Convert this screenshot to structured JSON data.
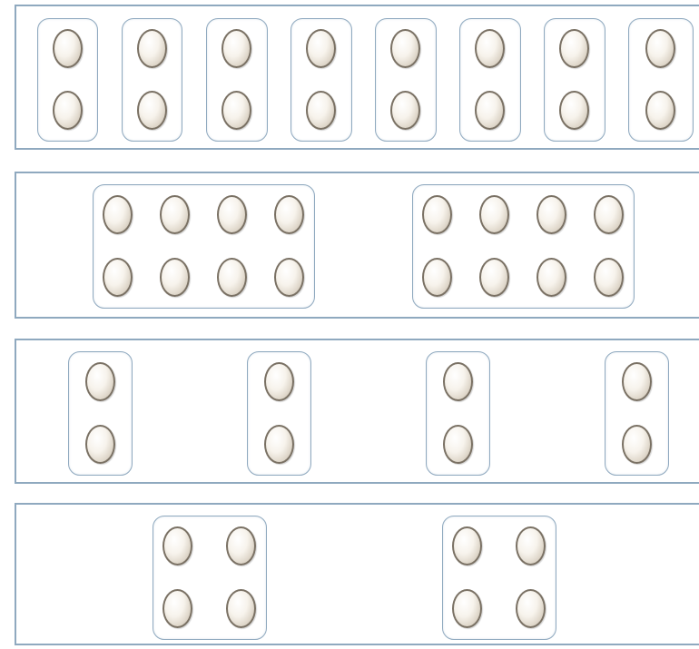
{
  "colors": {
    "border": "#8fa9bf",
    "egg_outline": "#7a7164",
    "egg_fill": "#f7f3ec",
    "background": "#ffffff"
  },
  "rows": [
    {
      "name": "row-1",
      "groups": 8,
      "eggs_per_group": 2,
      "columns_per_group": 1
    },
    {
      "name": "row-2",
      "groups": 2,
      "eggs_per_group": 8,
      "columns_per_group": 4
    },
    {
      "name": "row-3",
      "groups": 4,
      "eggs_per_group": 2,
      "columns_per_group": 1
    },
    {
      "name": "row-4",
      "groups": 2,
      "eggs_per_group": 4,
      "columns_per_group": 2
    }
  ],
  "icon": "egg-icon"
}
